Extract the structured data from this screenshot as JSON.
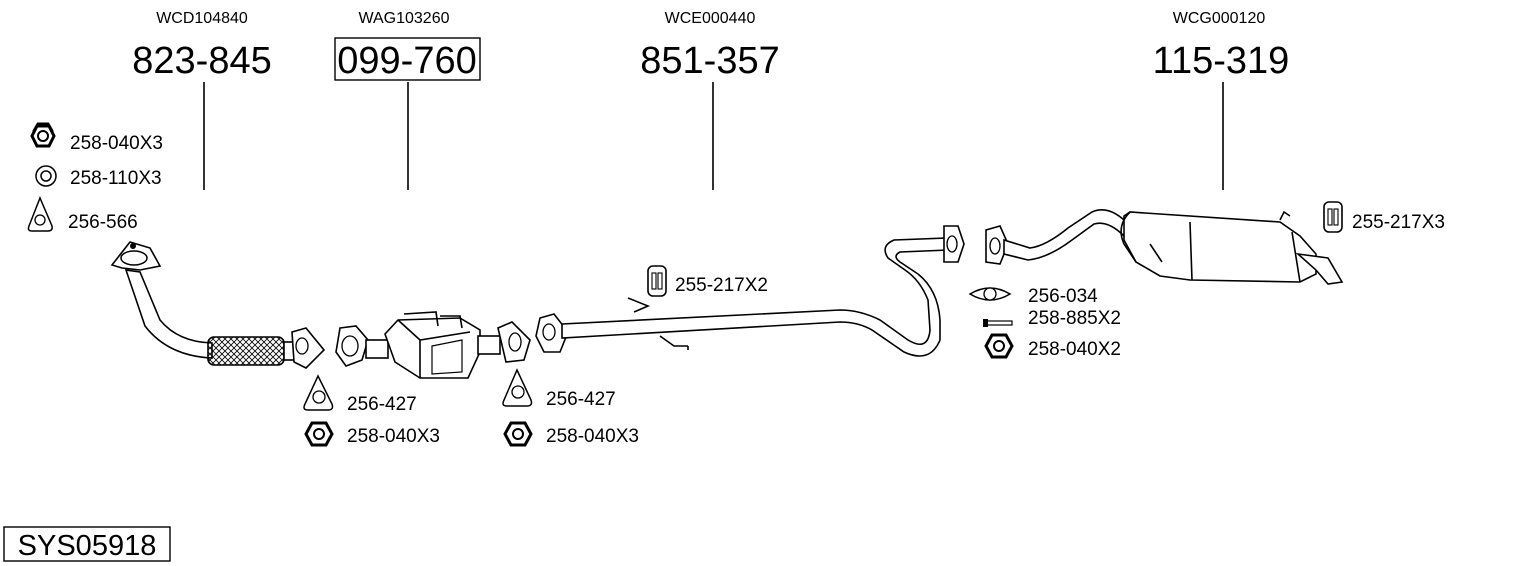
{
  "diagram": {
    "system_id": "SYS05918",
    "parts": [
      {
        "code": "WCD104840",
        "number": "823-845"
      },
      {
        "code": "WAG103260",
        "number": "099-760"
      },
      {
        "code": "WCE000440",
        "number": "851-357"
      },
      {
        "code": "WCG000120",
        "number": "115-319"
      }
    ],
    "labels": {
      "front_nut": "258-040X3",
      "front_ring": "258-110X3",
      "front_gasket": "256-566",
      "cat_left_gasket": "256-427",
      "cat_left_nut": "258-040X3",
      "cat_right_gasket": "256-427",
      "cat_right_nut": "258-040X3",
      "mid_hanger": "255-217X2",
      "rear_gasket": "256-034",
      "rear_bolt": "258-885X2",
      "rear_nut": "258-040X2",
      "tail_hanger": "255-217X3"
    }
  }
}
